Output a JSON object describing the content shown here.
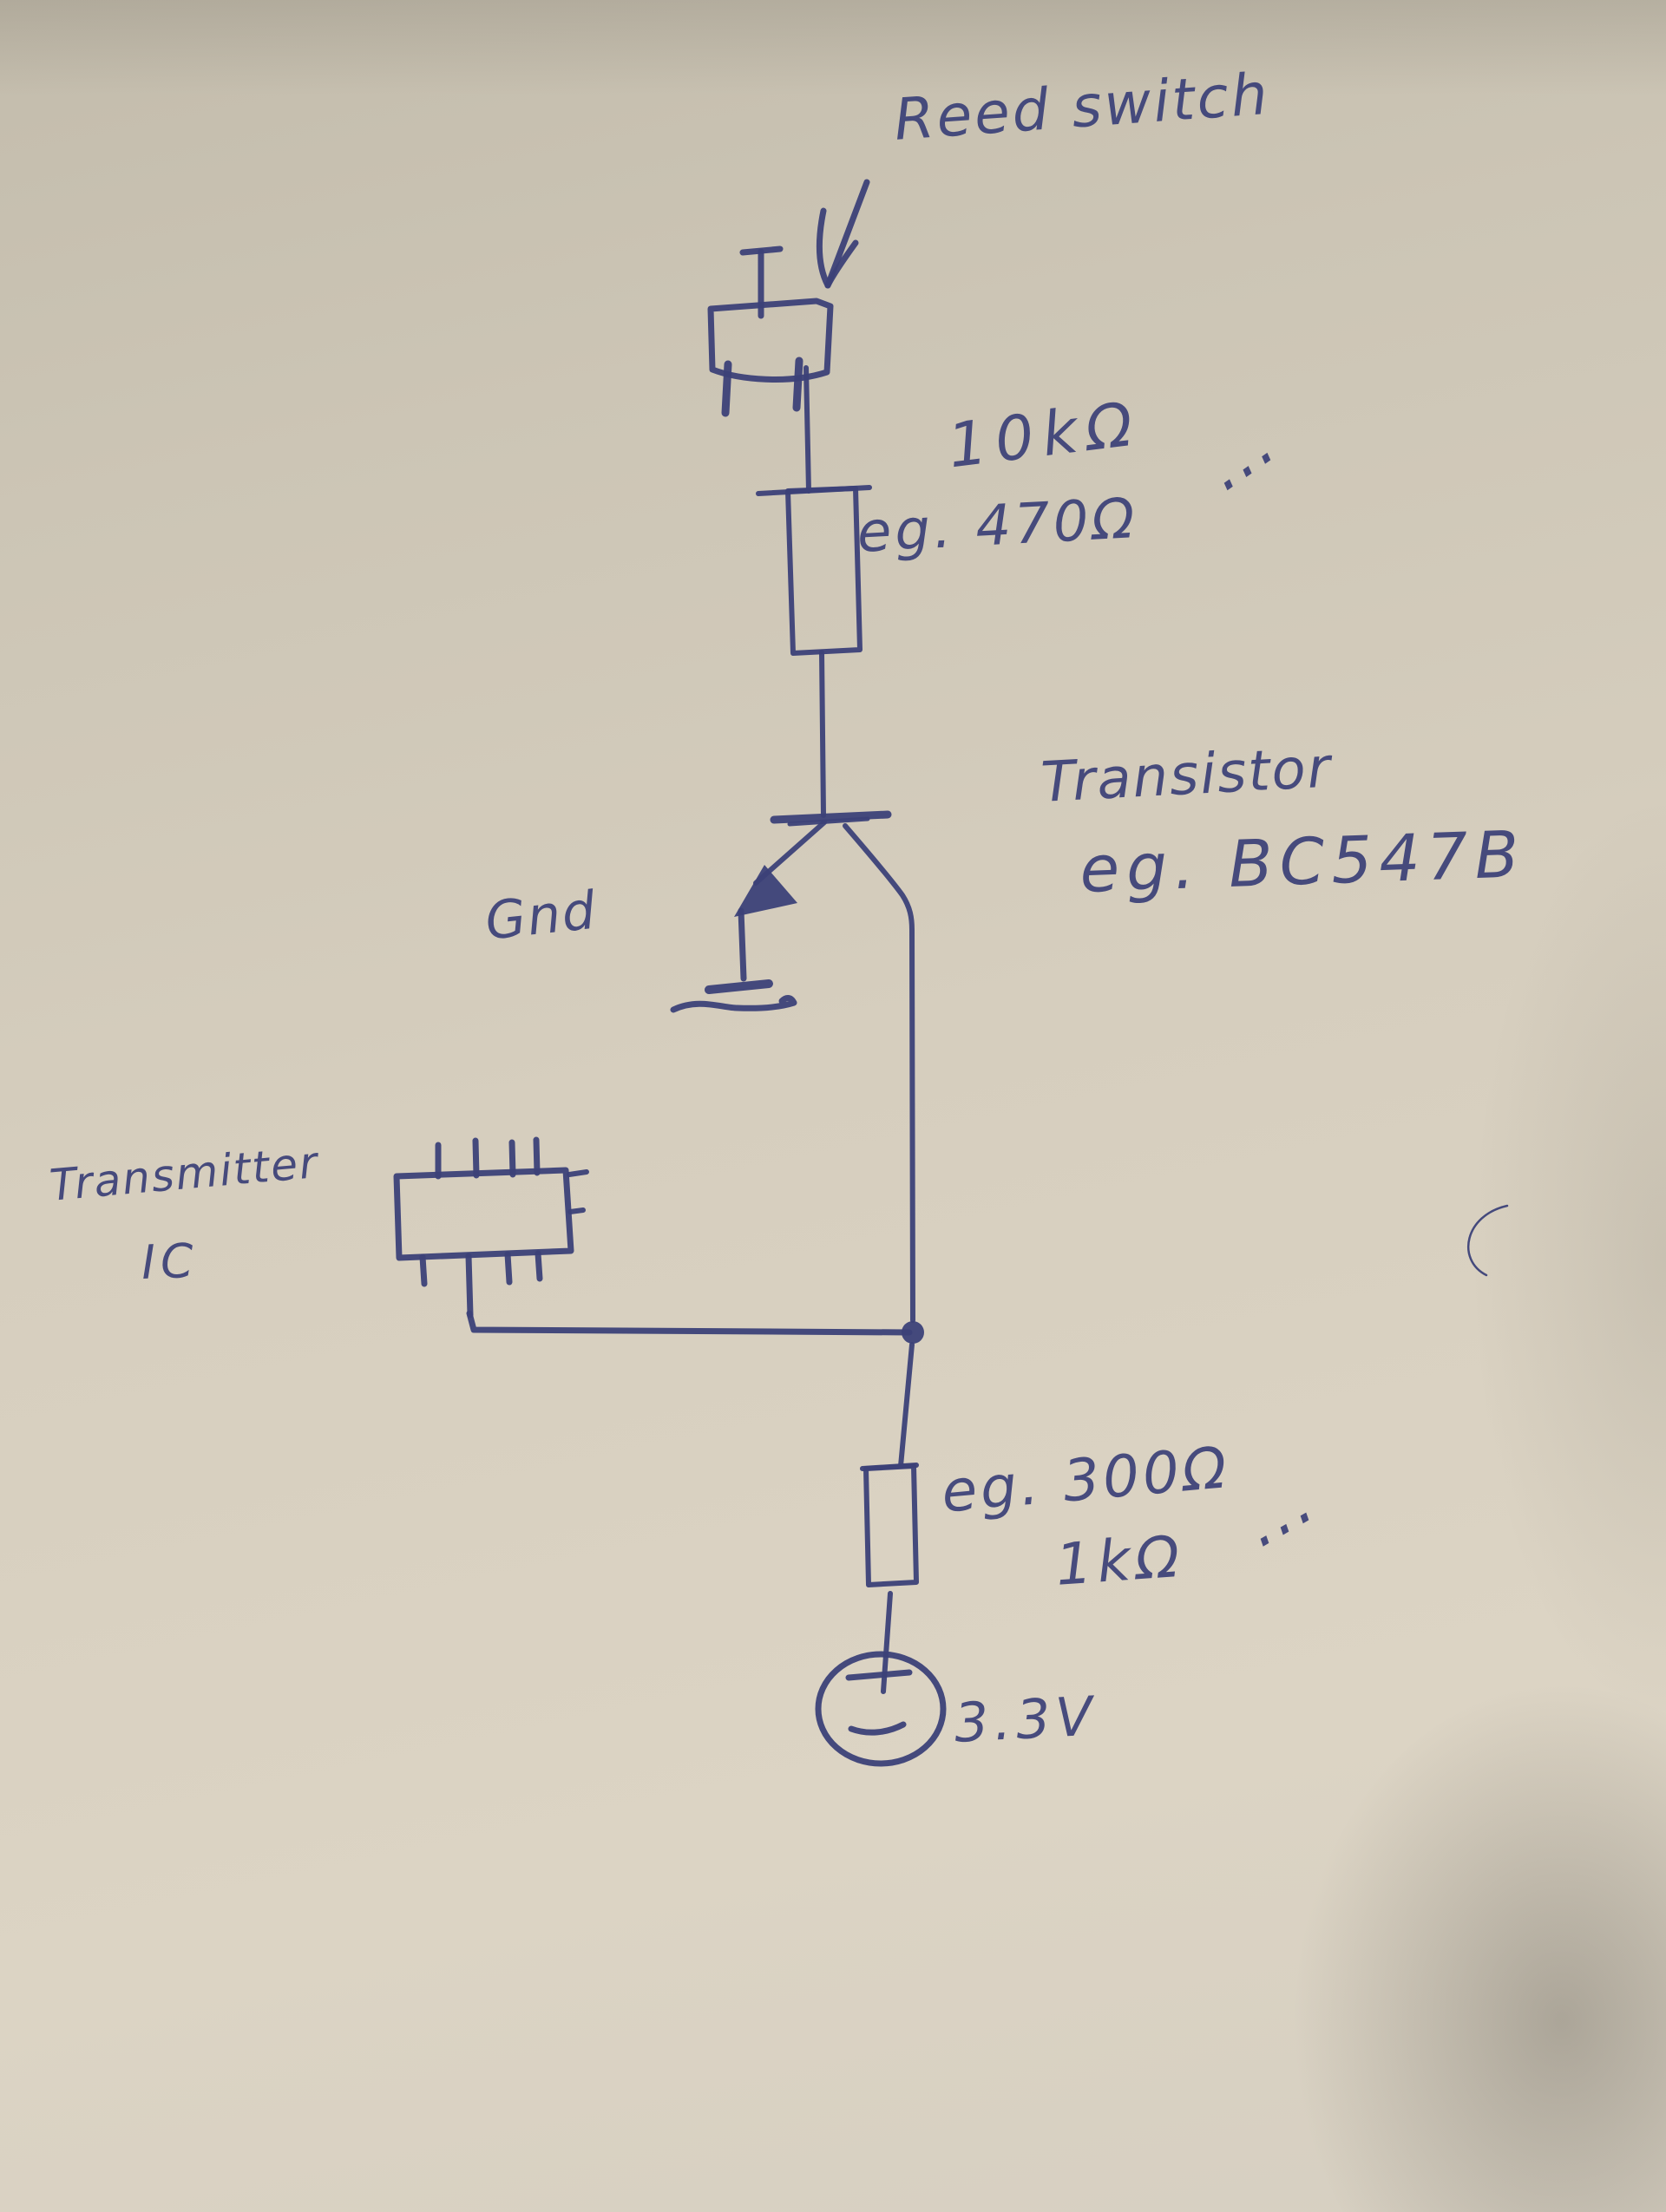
{
  "colors": {
    "ink": "#3c4178",
    "paper": "#d6cebe",
    "paper_shadow": "#8d867a",
    "crease_mark": "#7e7767"
  },
  "labels": {
    "reed_switch": "Reed switch",
    "r1_value": "10kΩ",
    "r1_alt_value": "eg. 470Ω",
    "r1_more": "...",
    "transistor_title": "Transistor",
    "transistor_part": "eg. BC547B",
    "gnd": "Gnd",
    "transmitter_line1": "Transmitter",
    "transmitter_line2": "IC",
    "r2_value": "eg. 300Ω",
    "r2_alt_value": "1kΩ",
    "r2_more": "...",
    "supply_voltage": "3.3V"
  },
  "diagram": {
    "type": "hand-drawn circuit sketch",
    "components": [
      {
        "name": "reed-switch",
        "label": "Reed switch"
      },
      {
        "name": "base-resistor",
        "value": "10kΩ",
        "alt_value": "eg. 470Ω"
      },
      {
        "name": "npn-transistor",
        "label": "Transistor",
        "part": "eg. BC547B"
      },
      {
        "name": "ground",
        "label": "Gnd"
      },
      {
        "name": "transmitter-ic",
        "label": "Transmitter IC"
      },
      {
        "name": "lower-resistor",
        "value": "eg. 300Ω",
        "alt_value": "1kΩ"
      },
      {
        "name": "voltage-source",
        "label": "3.3V",
        "polarity": "+ top, − bottom"
      }
    ],
    "connections": [
      "reed switch → base resistor → transistor base",
      "transistor emitter → Gnd",
      "transistor collector → junction dot",
      "transmitter IC pin → junction dot",
      "junction dot → lower resistor → + of 3.3V source"
    ]
  }
}
